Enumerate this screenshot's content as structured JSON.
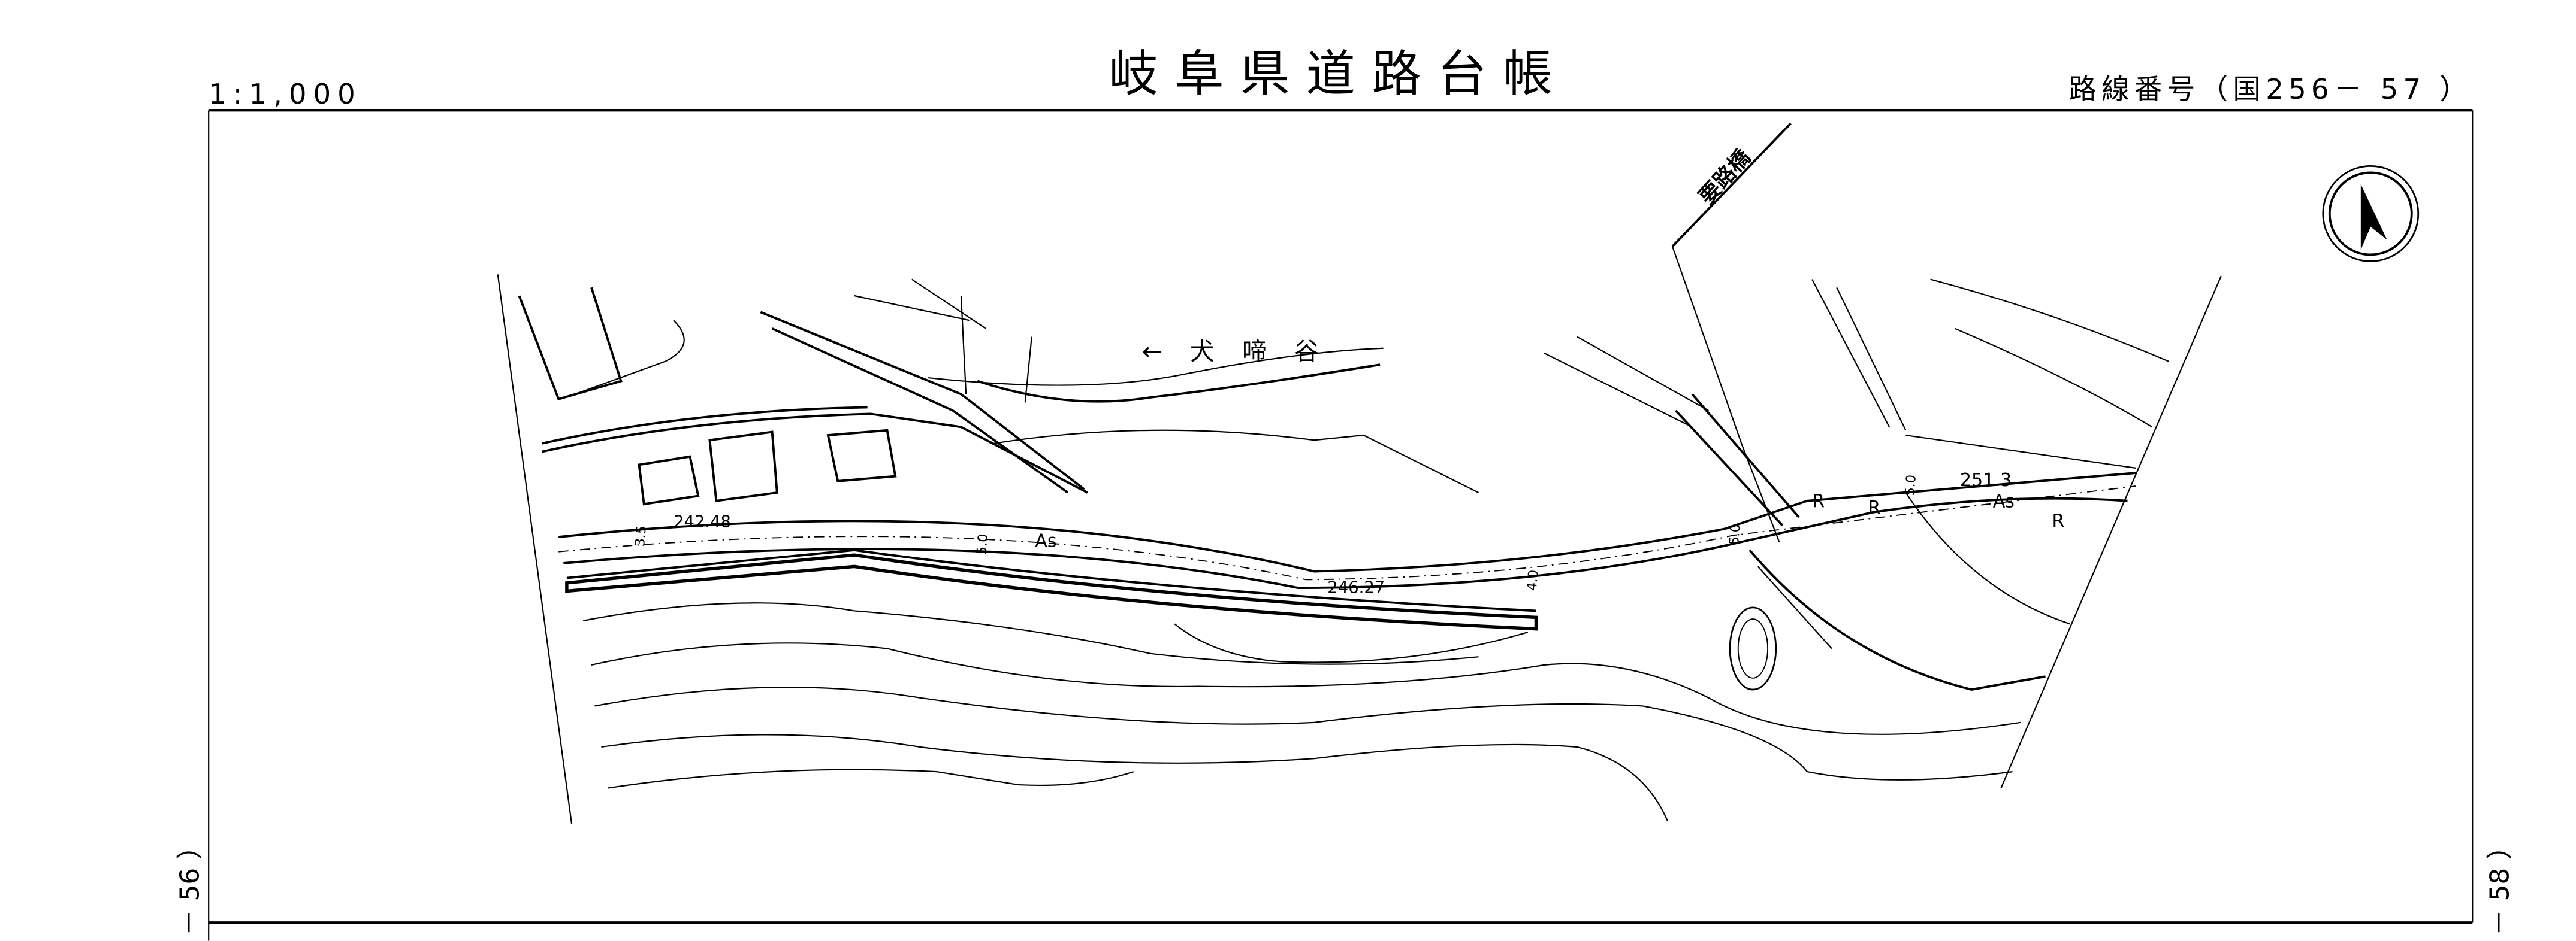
{
  "header": {
    "scale": "1:1,000",
    "title": "岐阜県道路台帳",
    "route_number": "路線番号（国256－  57  ）"
  },
  "side_labels": {
    "left_sheet": "－ 56 ）",
    "right_sheet": "－ 58 ）"
  },
  "map": {
    "place_labels": {
      "valley": "← 犬 啼 谷",
      "bridge": "要路橋"
    },
    "elevations": [
      "242.48",
      "246.27",
      "251.3"
    ],
    "surface_labels": [
      "As",
      "As"
    ],
    "guardrail_labels": [
      "R",
      "R",
      "R"
    ],
    "width_labels": [
      "3.5",
      "5.0",
      "4.0",
      "5.0",
      "5.0"
    ],
    "north_arrow": "north-arrow-icon"
  }
}
